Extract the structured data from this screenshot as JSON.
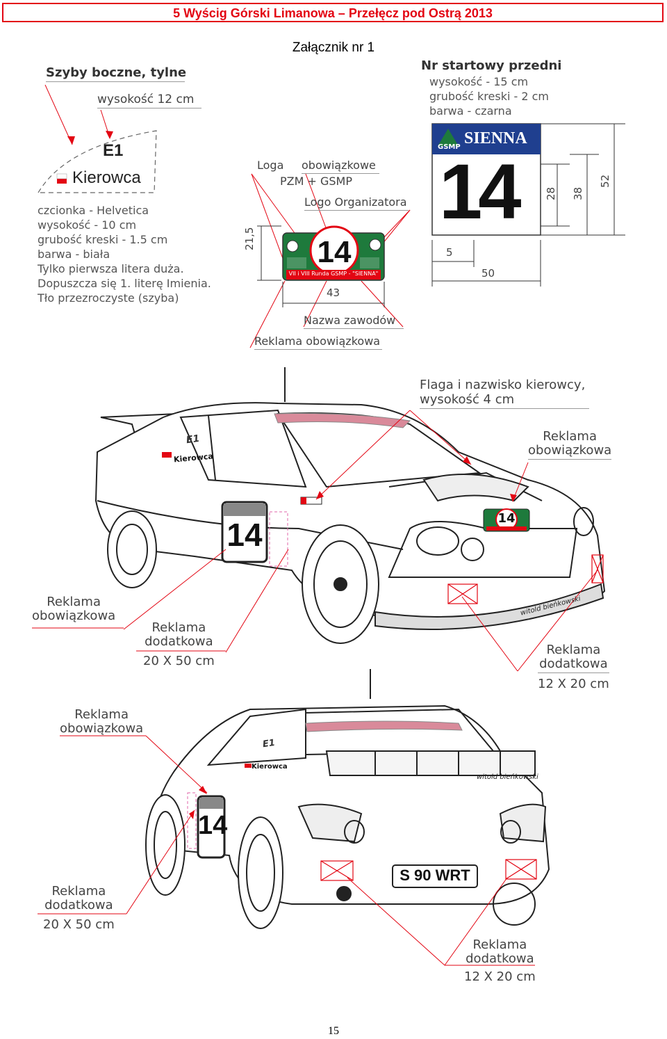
{
  "header": {
    "title": "5 Wyścig Górski Limanowa – Przełęcz pod Ostrą 2013"
  },
  "subtitle": "Załącznik nr 1",
  "side_windows": {
    "heading": "Szyby boczne, tylne",
    "height": "wysokość 12 cm",
    "class_label": "E1",
    "driver_label": "Kierowca",
    "specs": [
      "czcionka - Helvetica",
      "wysokość - 10 cm",
      "grubość kreski - 1.5 cm",
      "barwa - biała",
      "Tylko pierwsza litera duża.",
      "Dopuszcza się 1. literę Imienia.",
      "Tło przezroczyste (szyba)"
    ]
  },
  "rally_plate": {
    "logos_label_a": "Loga",
    "logos_label_b": "obowiązkowe",
    "logos_label_c": "PZM + GSMP",
    "organizer_logo": "Logo Organizatora",
    "height_dim": "21,5",
    "width_dim": "43",
    "number": "14",
    "bottom_text": "VII i VIII Runda GSMP - \"SIENNA\"",
    "event_name": "Nazwa zawodów",
    "mandatory_ad": "Reklama obowiązkowa"
  },
  "front_number": {
    "heading": "Nr startowy przedni",
    "specs": [
      "wysokość - 15 cm",
      "grubość kreski - 2 cm",
      "barwa - czarna"
    ],
    "sponsor": "SIENNA",
    "sponsor_small": "GSMP",
    "number": "14",
    "dims": {
      "d28": "28",
      "d38": "38",
      "d52": "52",
      "d5": "5",
      "d50": "50"
    }
  },
  "car_front": {
    "flag_label_1": "Flaga i nazwisko kierowcy,",
    "flag_label_2": "wysokość 4 cm",
    "ad_mand_1": "Reklama",
    "ad_mand_2": "obowiązkowa",
    "left_ad_1": "Reklama",
    "left_ad_2": "obowiązkowa",
    "side_ad_1": "Reklama",
    "side_ad_2": "dodatkowa",
    "side_ad_size": "20 X 50 cm",
    "bumper_ad_1": "Reklama",
    "bumper_ad_2": "dodatkowa",
    "bumper_ad_size": "12 X 20 cm",
    "door_class": "E1",
    "door_driver": "Kierowca",
    "door_number": "14",
    "hood_number": "14",
    "signature": "witold bieńkowski"
  },
  "car_rear": {
    "ad_mand_1": "Reklama",
    "ad_mand_2": "obowiązkowa",
    "side_ad_1": "Reklama",
    "side_ad_2": "dodatkowa",
    "side_ad_size": "20 X 50 cm",
    "rear_ad_1": "Reklama",
    "rear_ad_2": "dodatkowa",
    "rear_ad_size": "12 X 20 cm",
    "plate": "S 90 WRT",
    "door_class": "E1",
    "door_driver": "Kierowca",
    "door_number": "14",
    "signature": "witold bieńkowski"
  },
  "page_number": "15",
  "colors": {
    "accent": "#e30613",
    "plate_green": "#1e7a3c",
    "sponsor_blue": "#1f3f8f"
  }
}
